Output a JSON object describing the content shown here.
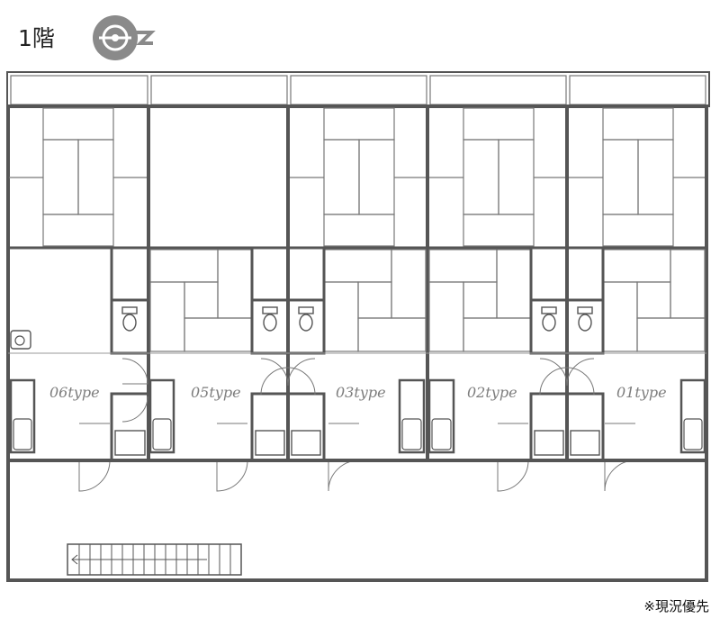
{
  "title": "1階",
  "icon": "compass-icon",
  "units": [
    {
      "label": "06type"
    },
    {
      "label": "05type"
    },
    {
      "label": "03type"
    },
    {
      "label": "02type"
    },
    {
      "label": "01type"
    }
  ],
  "note": "※現況優先",
  "colors": {
    "wall": "#555555",
    "thin": "#888888",
    "icon": "#8a8a8a"
  }
}
